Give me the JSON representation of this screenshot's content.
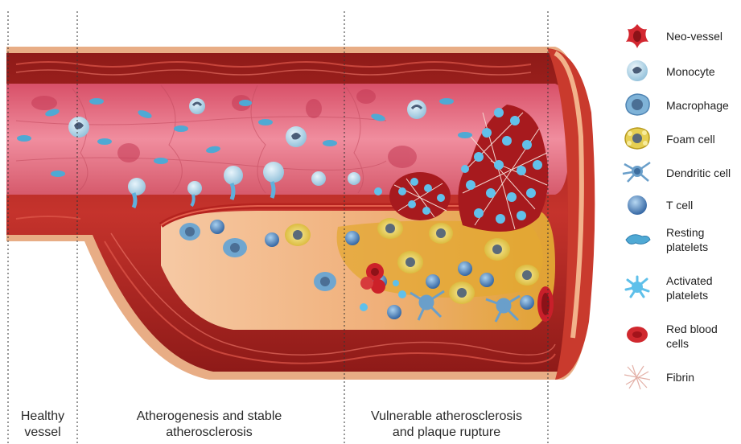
{
  "stages": [
    {
      "id": "healthy",
      "lines": [
        "Healthy",
        "vessel"
      ]
    },
    {
      "id": "stable",
      "lines": [
        "Atherogenesis and stable",
        "atherosclerosis"
      ]
    },
    {
      "id": "vulnerable",
      "lines": [
        "Vulnerable atherosclerosis",
        "and plaque rupture"
      ]
    }
  ],
  "legend": [
    {
      "icon": "neo-vessel-icon",
      "lines": [
        "Neo-vessel"
      ]
    },
    {
      "icon": "monocyte-icon",
      "lines": [
        "Monocyte"
      ]
    },
    {
      "icon": "macrophage-icon",
      "lines": [
        "Macrophage"
      ]
    },
    {
      "icon": "foam-cell-icon",
      "lines": [
        "Foam cell"
      ]
    },
    {
      "icon": "dendritic-cell-icon",
      "lines": [
        "Dendritic cell"
      ]
    },
    {
      "icon": "t-cell-icon",
      "lines": [
        "T cell"
      ]
    },
    {
      "icon": "resting-platelet-icon",
      "lines": [
        "Resting",
        "platelets"
      ]
    },
    {
      "icon": "activated-platelet-icon",
      "lines": [
        "Activated",
        "platelets"
      ]
    },
    {
      "icon": "red-blood-cell-icon",
      "lines": [
        "Red blood",
        "cells"
      ]
    },
    {
      "icon": "fibrin-icon",
      "lines": [
        "Fibrin"
      ]
    }
  ],
  "colors": {
    "vessel_wall": "#b5231f",
    "adventitia": "#e3a77c",
    "lumen": "#e4697a",
    "endothelium": "#f09aa6",
    "plaque_core": "#f2b489",
    "necrotic_core": "#e8a93a",
    "monocyte": "#b8d9ea",
    "platelet": "#4fb3dd",
    "t_cell": "#3a72b5",
    "foam_cell": "#e8d24c"
  }
}
